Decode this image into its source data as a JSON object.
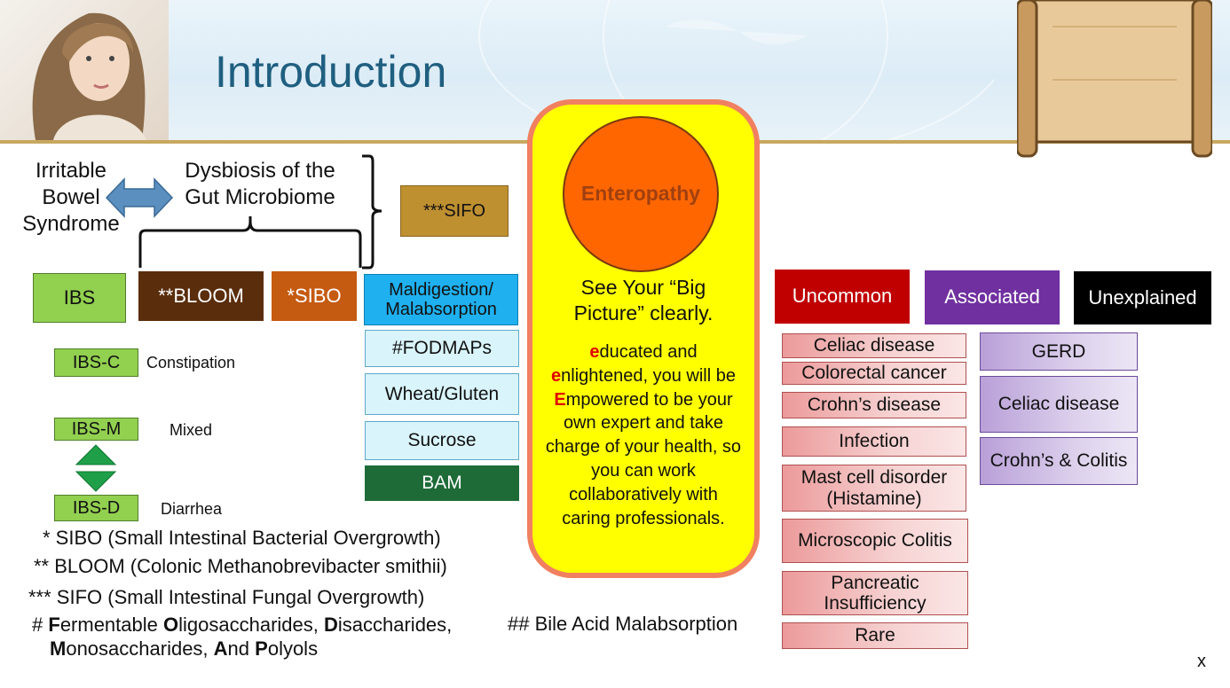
{
  "title": "Introduction",
  "top_left": {
    "ibs_full": [
      "Irritable",
      "Bowel",
      "Syndrome"
    ],
    "dysbiosis": [
      "Dysbiosis of the",
      "Gut Microbiome"
    ]
  },
  "left_boxes": {
    "ibs": "IBS",
    "bloom": "**BLOOM",
    "sibo": "*SIBO",
    "sifo": "***SIFO"
  },
  "ibs_subtypes": [
    {
      "label": "IBS-C",
      "desc": "Constipation"
    },
    {
      "label": "IBS-M",
      "desc": "Mixed"
    },
    {
      "label": "IBS-D",
      "desc": "Diarrhea"
    }
  ],
  "maldigestion": {
    "header": [
      "Maldigestion/",
      "Malabsorption"
    ],
    "items": [
      "#FODMAPs",
      "Wheat/Gluten",
      "Sucrose",
      "BAM"
    ]
  },
  "center": {
    "circle_label": "Enteropathy",
    "big_picture": [
      "See Your “Big",
      "Picture” clearly."
    ],
    "message_lines": [
      {
        "lead": "e",
        "rest": "ducated and"
      },
      {
        "lead": "e",
        "rest": "nlightened, you will be"
      },
      {
        "lead": "E",
        "rest": "mpowered to be your"
      },
      {
        "lead": "",
        "rest": "own expert and take"
      },
      {
        "lead": "",
        "rest": "charge of your health, so"
      },
      {
        "lead": "",
        "rest": "you can work"
      },
      {
        "lead": "",
        "rest": "collaboratively with"
      },
      {
        "lead": "",
        "rest": "caring professionals."
      }
    ]
  },
  "uncommon": {
    "header": "Uncommon",
    "items": [
      "Celiac disease",
      "Colorectal cancer",
      "Crohn’s disease",
      "Infection",
      "Mast cell disorder (Histamine)",
      "Microscopic Colitis",
      "Pancreatic Insufficiency",
      "Rare"
    ]
  },
  "associated": {
    "header": "Associated",
    "items": [
      "GERD",
      "Celiac disease",
      "Crohn’s & Colitis"
    ]
  },
  "unexplained": {
    "header": "Unexplained"
  },
  "footnotes": {
    "sibo": "* SIBO (Small Intestinal Bacterial Overgrowth)",
    "bloom": "** BLOOM (Colonic Methanobrevibacter smithii)",
    "sifo": "*** SIFO (Small Intestinal Fungal Overgrowth)",
    "fodmap_parts": [
      {
        "t": "# ",
        "b": false
      },
      {
        "t": "F",
        "b": true
      },
      {
        "t": "ermentable ",
        "b": false
      },
      {
        "t": "O",
        "b": true
      },
      {
        "t": "ligosaccharides, ",
        "b": false
      },
      {
        "t": "D",
        "b": true
      },
      {
        "t": "isaccharides,",
        "b": false
      }
    ],
    "fodmap_parts2": [
      {
        "t": "M",
        "b": true
      },
      {
        "t": "onosaccharides, ",
        "b": false
      },
      {
        "t": "A",
        "b": true
      },
      {
        "t": "nd ",
        "b": false
      },
      {
        "t": "P",
        "b": true
      },
      {
        "t": "olyols",
        "b": false
      }
    ],
    "bam": "## Bile Acid Malabsorption"
  },
  "close_glyph": "x",
  "colors": {
    "green": "#92d050",
    "brown_dark": "#5a2d0c",
    "orange": "#c55a11",
    "gold": "#bf9030",
    "blue": "#1fb0f0",
    "light_blue": "#d9f4fb",
    "dark_green": "#1e6b38",
    "yellow": "#ffff00",
    "enteropathy": "#ff6600",
    "uncommon": "#c00000",
    "associated": "#7030a0",
    "unexplained": "#000000"
  }
}
